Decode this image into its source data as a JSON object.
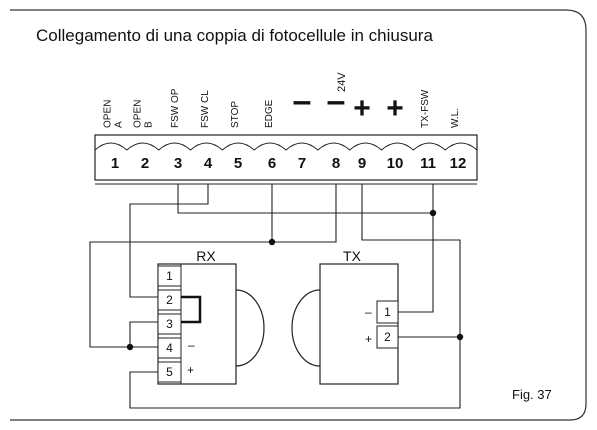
{
  "title": "Collegamento di una coppia di fotocellule in chiusura",
  "figure_label": "Fig. 37",
  "terminal_block": {
    "top_labels": [
      {
        "text": "OPEN\nA"
      },
      {
        "text": "OPEN\nB"
      },
      {
        "text": "FSW OP"
      },
      {
        "text": "FSW CL"
      },
      {
        "text": "STOP"
      },
      {
        "text": "EDGE"
      },
      {
        "text": "–"
      },
      {
        "text": "–"
      },
      {
        "text": "+"
      },
      {
        "text": "+"
      },
      {
        "text": "TX-FSW"
      },
      {
        "text": "W.L."
      }
    ],
    "voltage_label": "24V",
    "numbers": [
      "1",
      "2",
      "3",
      "4",
      "5",
      "6",
      "7",
      "8",
      "9",
      "10",
      "11",
      "12"
    ]
  },
  "rx": {
    "label": "RX",
    "terminals": [
      "1",
      "2",
      "3",
      "4",
      "5"
    ],
    "polarity": {
      "minus": "–",
      "plus": "+"
    }
  },
  "tx": {
    "label": "TX",
    "terminals": [
      "1",
      "2"
    ],
    "polarity": {
      "minus": "–",
      "plus": "+"
    }
  }
}
